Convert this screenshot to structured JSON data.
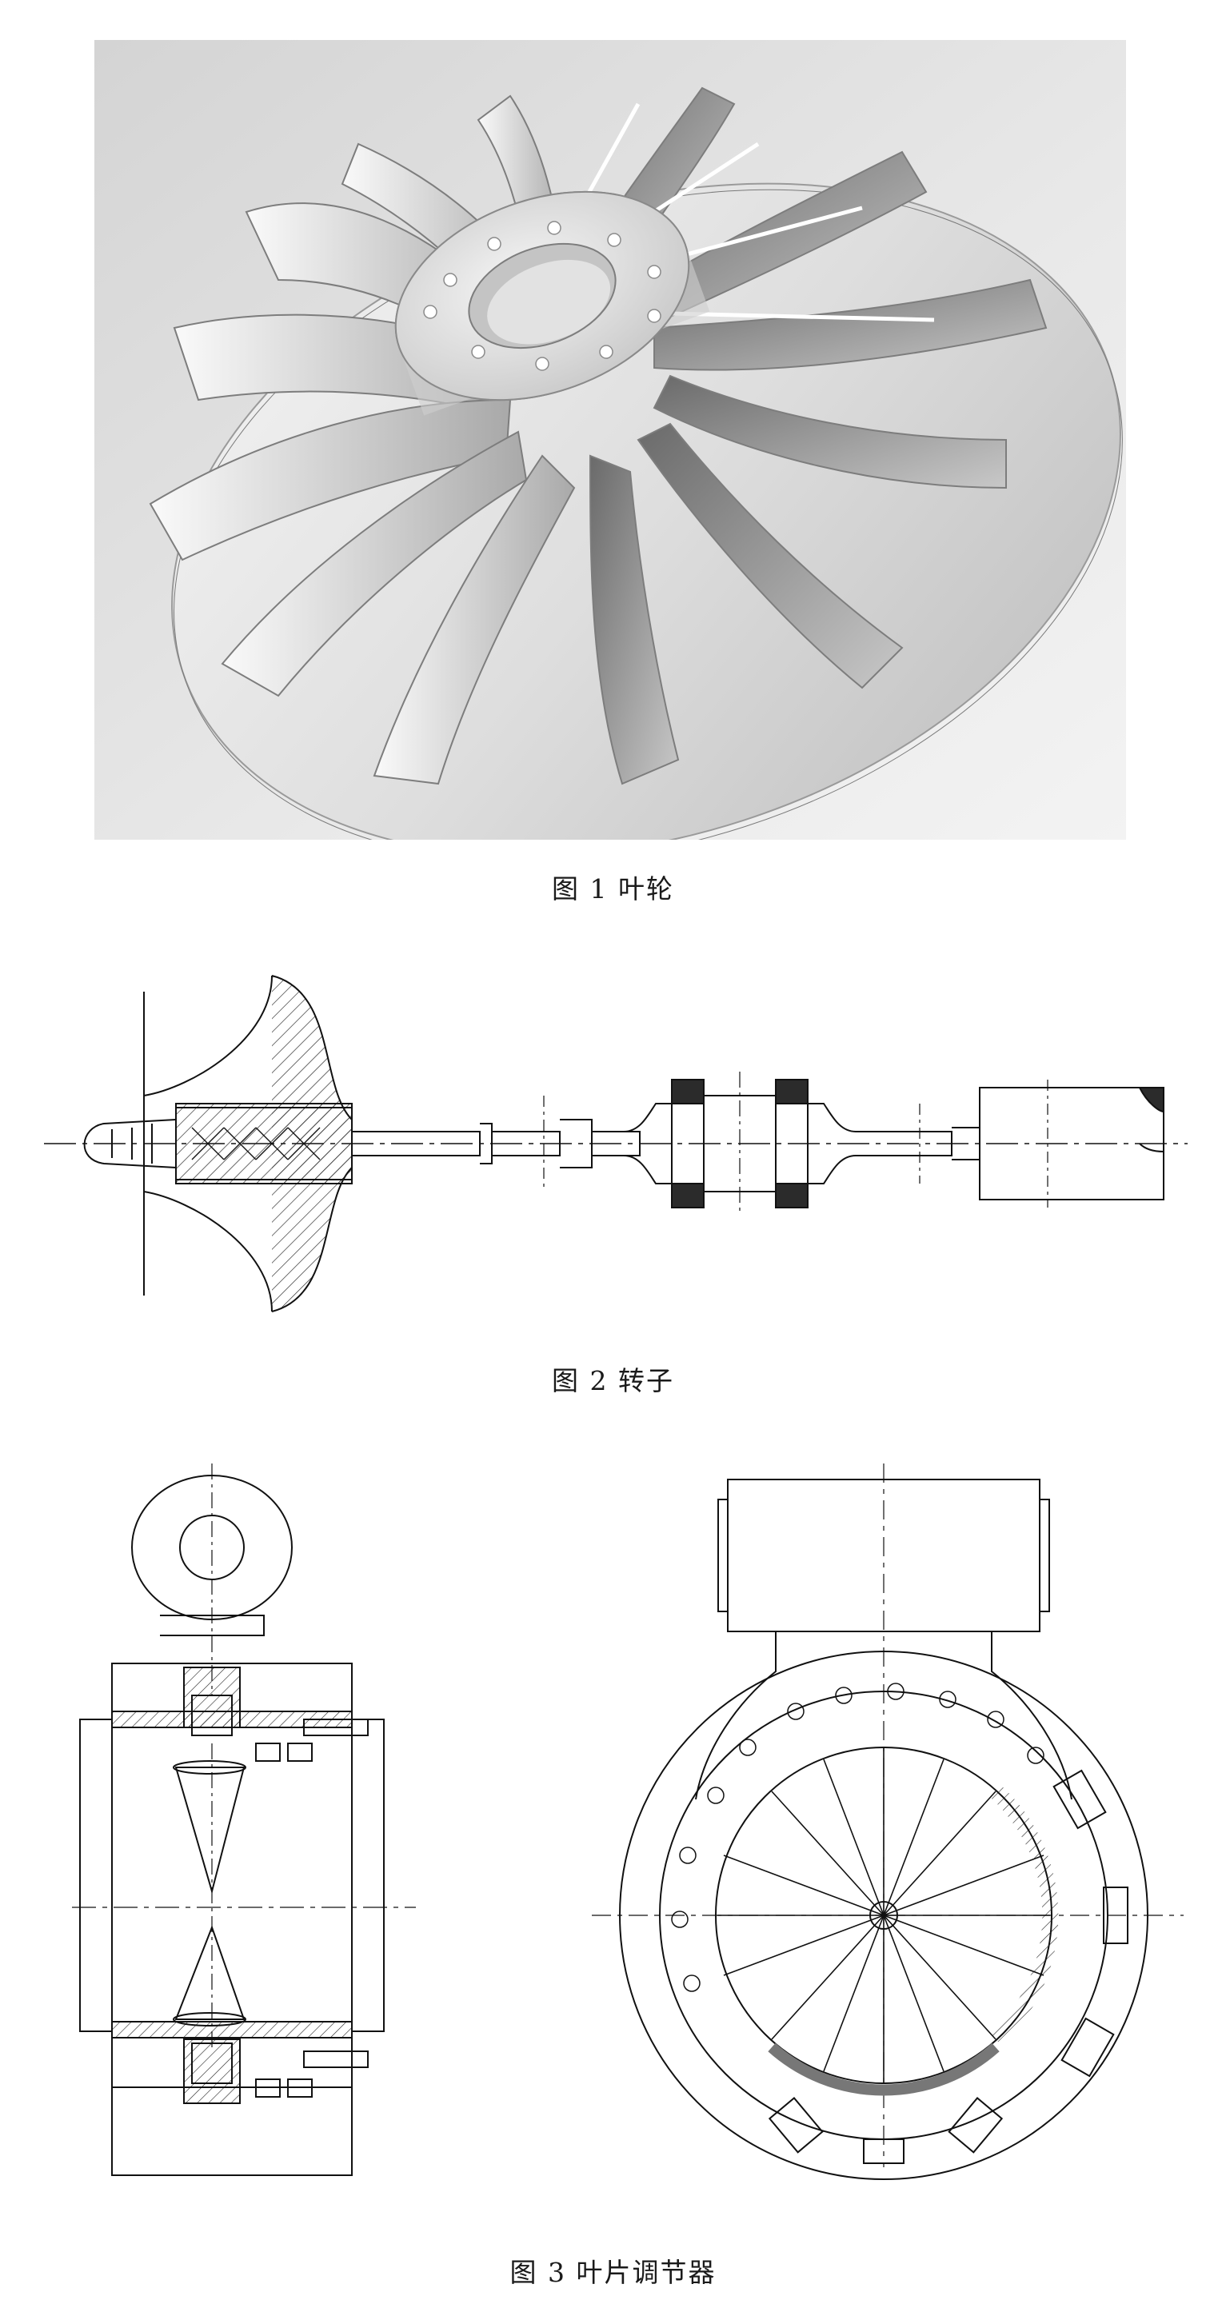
{
  "figures": [
    {
      "caption": "图 1 叶轮"
    },
    {
      "caption": "图 2 转子"
    },
    {
      "caption": "图 3 叶片调节器"
    }
  ]
}
